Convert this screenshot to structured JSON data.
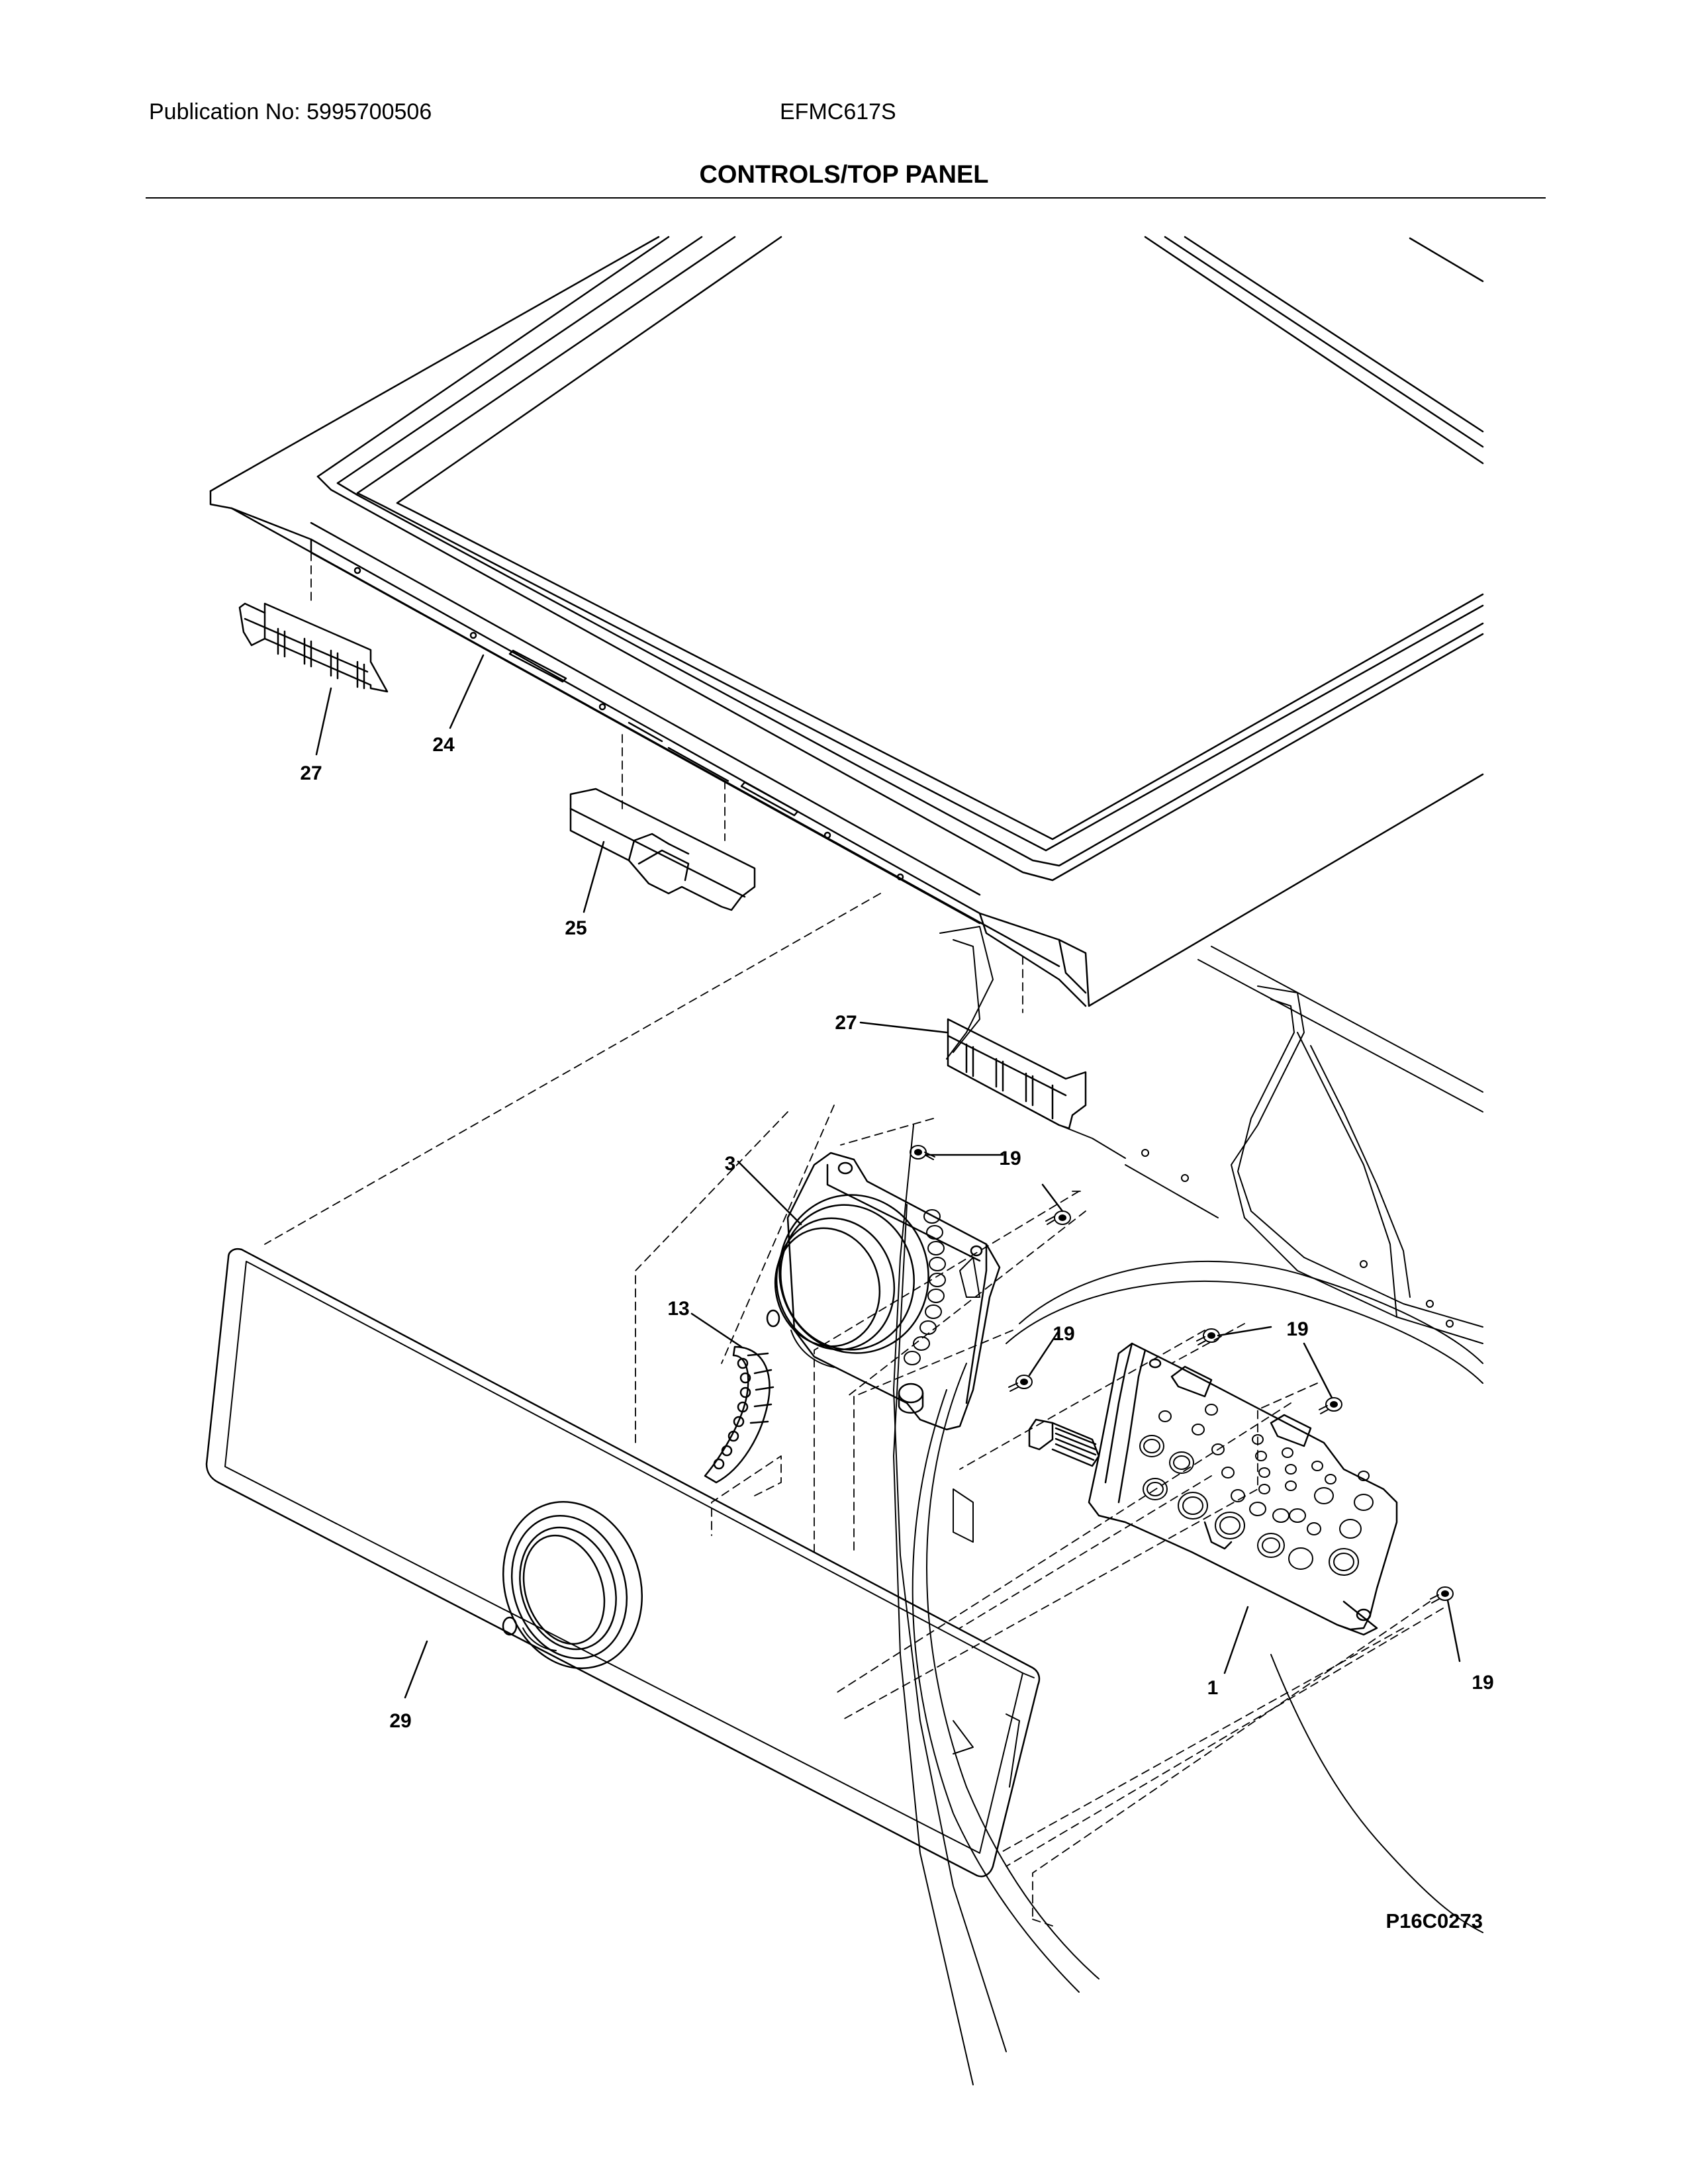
{
  "header": {
    "publication": "Publication No: 5995700506",
    "model": "EFMC617S",
    "title": "CONTROLS/TOP PANEL"
  },
  "diagram": {
    "code": "P16C0273",
    "callouts": [
      {
        "id": "c27a",
        "label": "27"
      },
      {
        "id": "c24",
        "label": "24"
      },
      {
        "id": "c25",
        "label": "25"
      },
      {
        "id": "c27b",
        "label": "27"
      },
      {
        "id": "c3",
        "label": "3"
      },
      {
        "id": "c19a",
        "label": "19"
      },
      {
        "id": "c13",
        "label": "13"
      },
      {
        "id": "c19b",
        "label": "19"
      },
      {
        "id": "c19c",
        "label": "19"
      },
      {
        "id": "c19d",
        "label": "19"
      },
      {
        "id": "c1",
        "label": "1"
      },
      {
        "id": "c29",
        "label": "29"
      }
    ]
  }
}
